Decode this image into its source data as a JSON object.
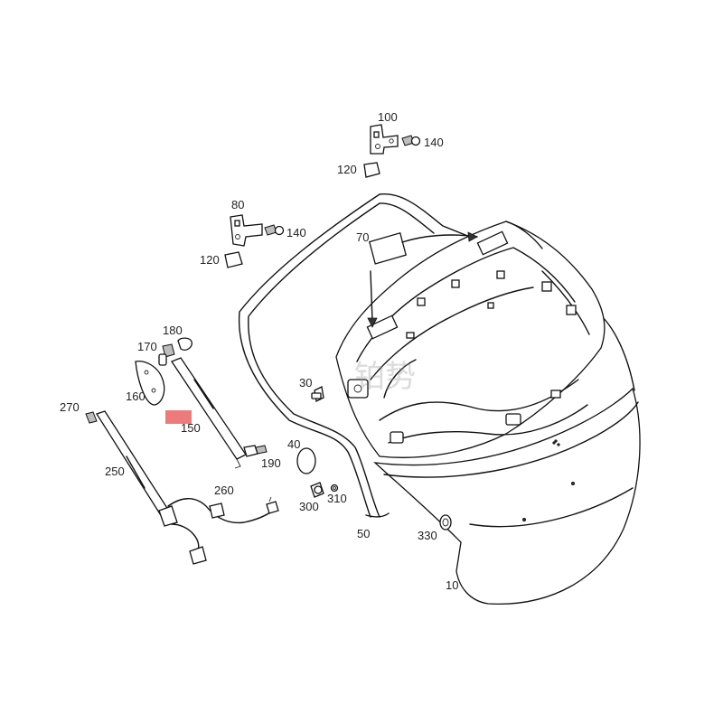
{
  "labels": {
    "l10": "10",
    "l30": "30",
    "l40": "40",
    "l50": "50",
    "l70": "70",
    "l80": "80",
    "l100": "100",
    "l120a": "120",
    "l120b": "120",
    "l140a": "140",
    "l140b": "140",
    "l150": "150",
    "l160": "160",
    "l170": "170",
    "l180": "180",
    "l190": "190",
    "l250": "250",
    "l260": "260",
    "l270": "270",
    "l300": "300",
    "l310": "310",
    "l330": "330"
  },
  "watermark": "铂势",
  "colors": {
    "highlight": "#ee7b7b",
    "stroke": "#111111"
  }
}
